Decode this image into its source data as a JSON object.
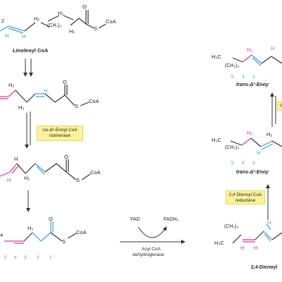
{
  "colors": {
    "magenta": "#e0338a",
    "cyan": "#3b9ed6",
    "bond": "#333333",
    "box": "#fbf29a"
  },
  "molecules": {
    "linoleoyl": {
      "name": "Linoleoyl CoA",
      "h2a": "H₂",
      "h2b": "H₂",
      "h2c": "H₂",
      "h_left": "H",
      "h_right": "H",
      "chain": "(CH₂)₄",
      "o": "O",
      "s": "S",
      "coa": "CoA",
      "partial_num": "2"
    },
    "mol2": {
      "h2a": "H₂",
      "h2b": "H₂",
      "h": "H",
      "o": "O",
      "s": "S",
      "coa": "CoA"
    },
    "mol3": {
      "h": "H",
      "h2": "H₂",
      "o": "O",
      "s": "S",
      "coa": "CoA",
      "h_top": "H"
    },
    "mol4": {
      "h2": "H₂",
      "o": "O",
      "s": "S",
      "coa": "CoA",
      "numbers": [
        "5",
        "4",
        "3",
        "2",
        "1"
      ],
      "partial": "4"
    },
    "dienoyl": {
      "h3c": "H₃C",
      "chain": "(CH₂)₄",
      "h_a": "H",
      "h_b": "H",
      "h_c": "H",
      "name": "2,4-Dienoyl"
    },
    "trans3a": {
      "h3c": "H₃C",
      "h2": "H₂",
      "h": "H",
      "chain": "(CH₂)₄",
      "numbers": [
        "5",
        "4",
        "3"
      ],
      "name_prefix": "trans",
      "name_rest": "-Δ³-Enoy"
    },
    "trans3b": {
      "h3c": "H₃C",
      "h2": "H₂",
      "h": "H",
      "h2b": "H₂",
      "chain": "(CH₂)₄",
      "numbers": [
        "5",
        "4",
        "3"
      ],
      "name_prefix": "trans",
      "name_rest": "-Δ³-Enoy"
    }
  },
  "enzymes": {
    "isomerase": {
      "line1": "cis-Δ³-Enoyl CoA",
      "line2": "isomerase"
    },
    "reductase": {
      "line1": "2,4 Dienoyl CoA",
      "line2": "reductase"
    },
    "cis_partial": "cis"
  },
  "dehydrogenase": {
    "fad": "FAD",
    "fadh2": "FADH₂",
    "line1": "Acyl CoA",
    "line2": "dehydrogenase"
  }
}
